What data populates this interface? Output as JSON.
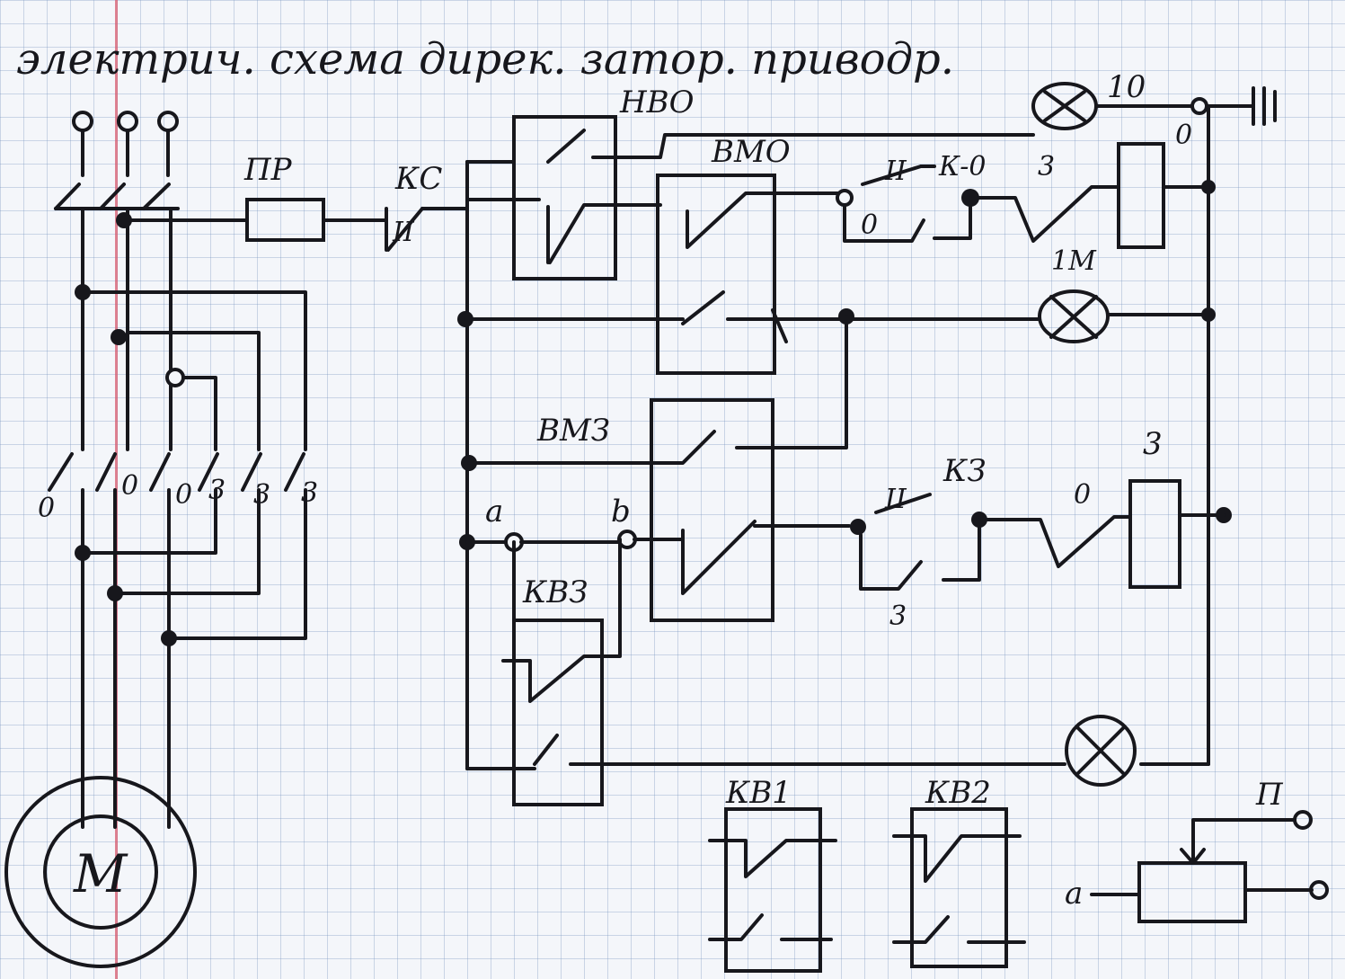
{
  "title": "электрич. схема дирек. затор. приводр.",
  "labels": {
    "pr": "ПР",
    "kc": "КС",
    "hvo": "НВО",
    "vmo": "ВМО",
    "vmz": "ВМЗ",
    "kz": "КЗ",
    "kvz": "КВЗ",
    "kv1": "КВ1",
    "kv2": "КВ2",
    "p": "П",
    "motor": "М",
    "lamp10": "10",
    "km": "1М",
    "sw_ii_top": "II",
    "sw_ii_mid": "II",
    "kc_ii": "II",
    "ko": "К-0",
    "pos3_top": "3",
    "pos0_coil": "0",
    "pos0_top": "0",
    "pos3_coil": "3",
    "pos0_mid": "0",
    "pos3_mid": "3",
    "node_a": "a",
    "node_b": "b",
    "pot_a": "а"
  },
  "switch_positions": [
    "0",
    "0",
    "0",
    "3",
    "3",
    "3"
  ]
}
